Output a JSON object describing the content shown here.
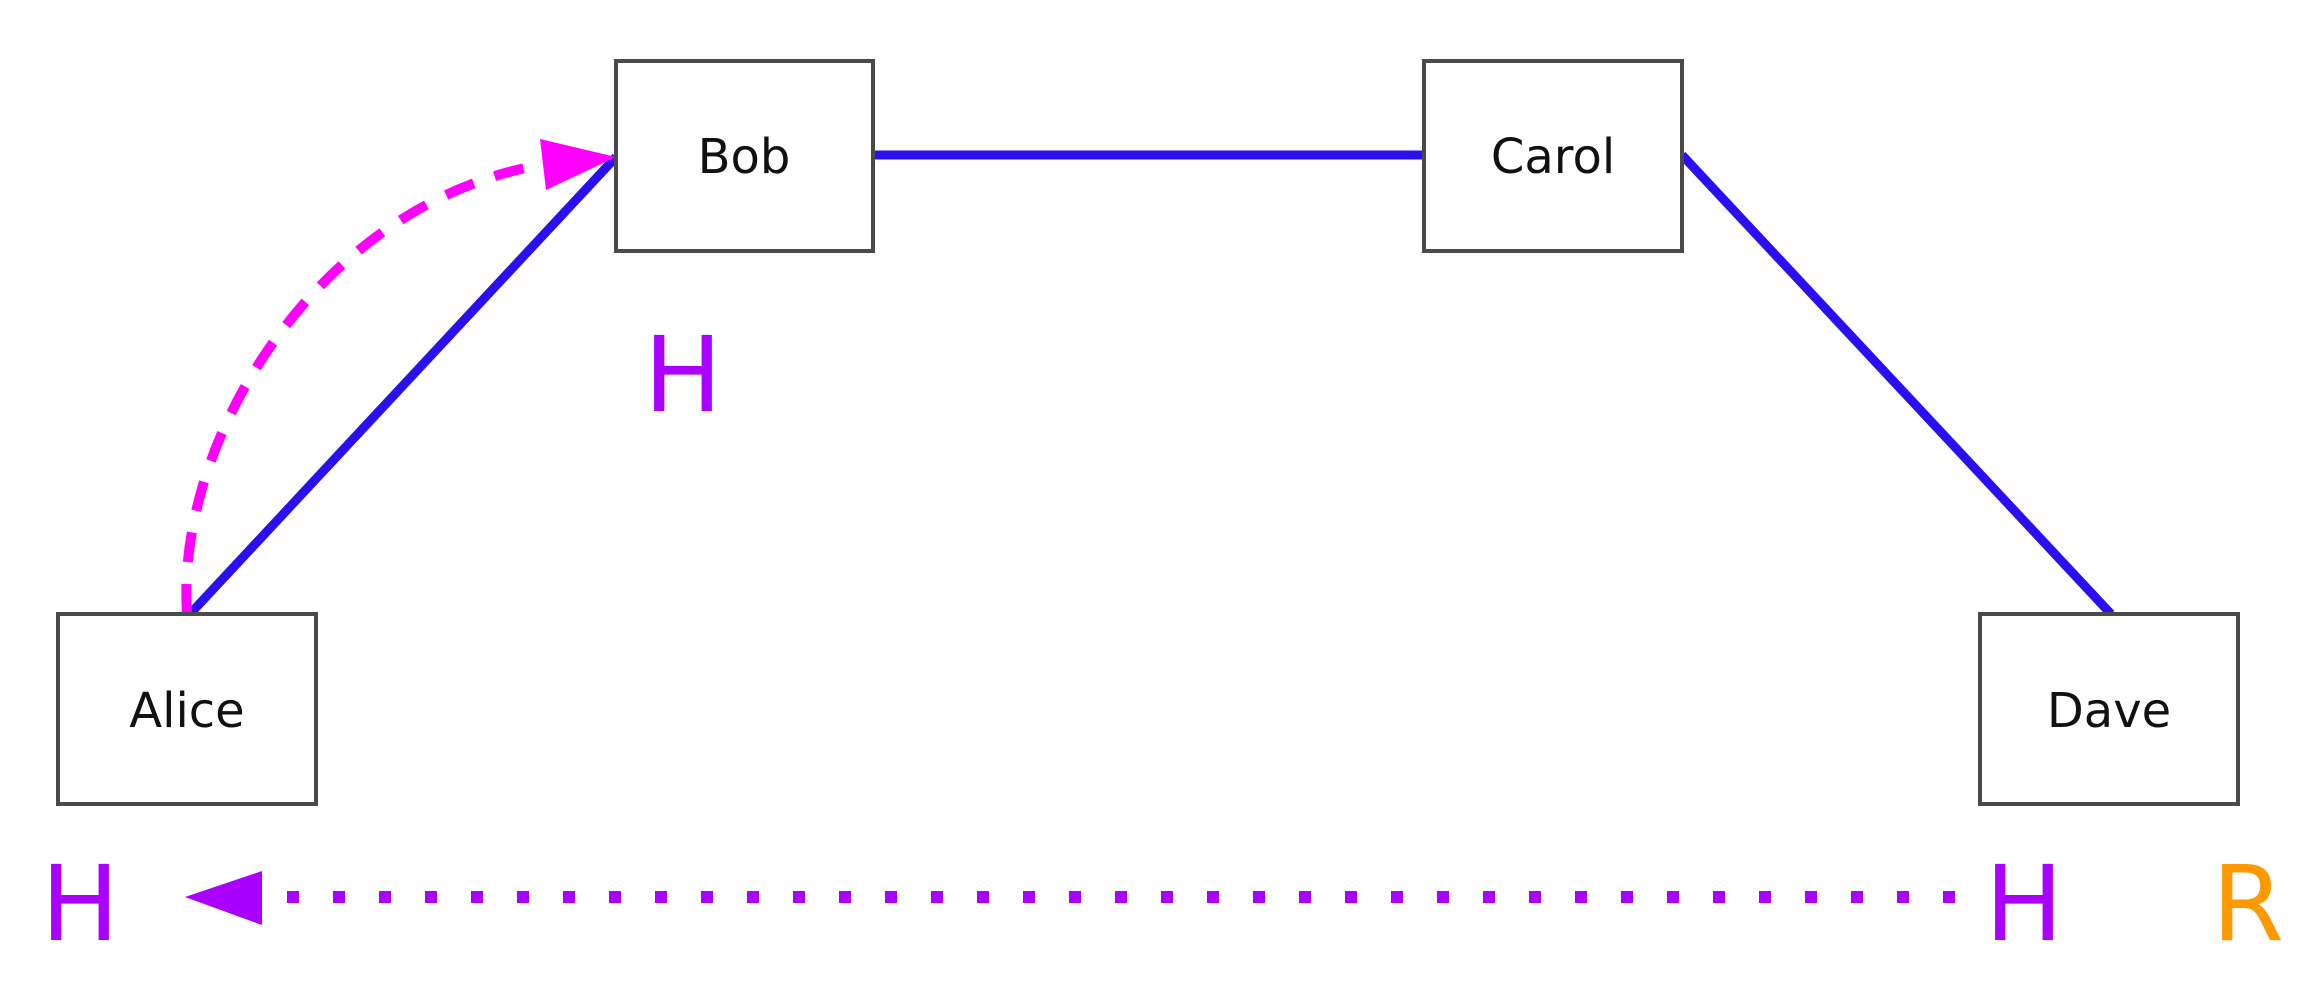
{
  "colors": {
    "edge": "#2a0ff0",
    "node_border": "#4a4a4a",
    "dashed_arrow": "#ff00ff",
    "dotted_arrow": "#aa00ff",
    "letter_h": "#aa00ff",
    "letter_r": "#ff9900"
  },
  "nodes": {
    "alice": {
      "label": "Alice"
    },
    "bob": {
      "label": "Bob"
    },
    "carol": {
      "label": "Carol"
    },
    "dave": {
      "label": "Dave"
    }
  },
  "markers": {
    "bob_h": "H",
    "bottom_left_h": "H",
    "bottom_right_h": "H",
    "bottom_right_r": "R"
  }
}
